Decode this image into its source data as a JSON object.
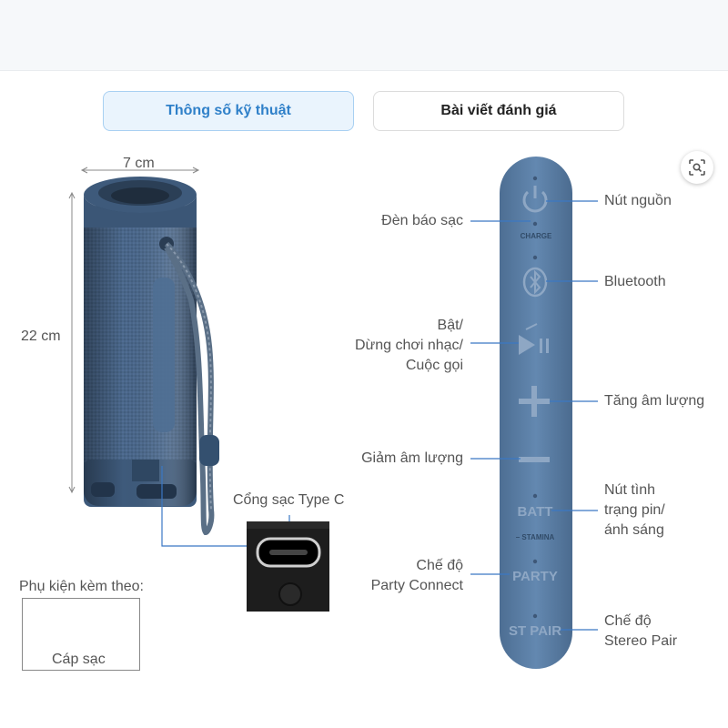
{
  "tabs": [
    {
      "label": "Thông số kỹ thuật",
      "active": true
    },
    {
      "label": "Bài viết đánh giá",
      "active": false
    }
  ],
  "dimensions": {
    "width": "7 cm",
    "height": "22 cm"
  },
  "port": {
    "label": "Cổng sạc Type C"
  },
  "accessories": {
    "title": "Phụ kiện kèm theo:",
    "item": "Cáp sạc"
  },
  "remote_panel": {
    "charge_text": "CHARGE",
    "batt_text": "BATT",
    "stamina_text": "– STAMINA",
    "party_text": "PARTY",
    "stpair_text": "ST PAIR"
  },
  "callouts": {
    "power": "Nút nguồn",
    "charge_led": "Đèn báo sạc",
    "bluetooth": "Bluetooth",
    "play_line1": "Bật/",
    "play_line2": "Dừng chơi nhạc/",
    "play_line3": "Cuộc gọi",
    "vol_up": "Tăng âm lượng",
    "vol_down": "Giảm âm lượng",
    "batt_line1": "Nút tình",
    "batt_line2": "trạng pin/",
    "batt_line3": "ánh sáng",
    "party_line1": "Chế độ",
    "party_line2": "Party Connect",
    "stereo_line1": "Chế độ",
    "stereo_line2": "Stereo Pair"
  },
  "icons": {
    "zoom": "image-search-icon",
    "power": "power-icon",
    "bluetooth": "bluetooth-icon",
    "play_pause": "play-pause-icon",
    "plus": "plus-icon",
    "minus": "minus-icon"
  },
  "colors": {
    "tab_active_bg": "#eaf4fd",
    "tab_active_text": "#2f80c9",
    "speaker": "#3f5b7c",
    "panel": "#5c7ea3",
    "callout_line": "#3b78c4"
  }
}
